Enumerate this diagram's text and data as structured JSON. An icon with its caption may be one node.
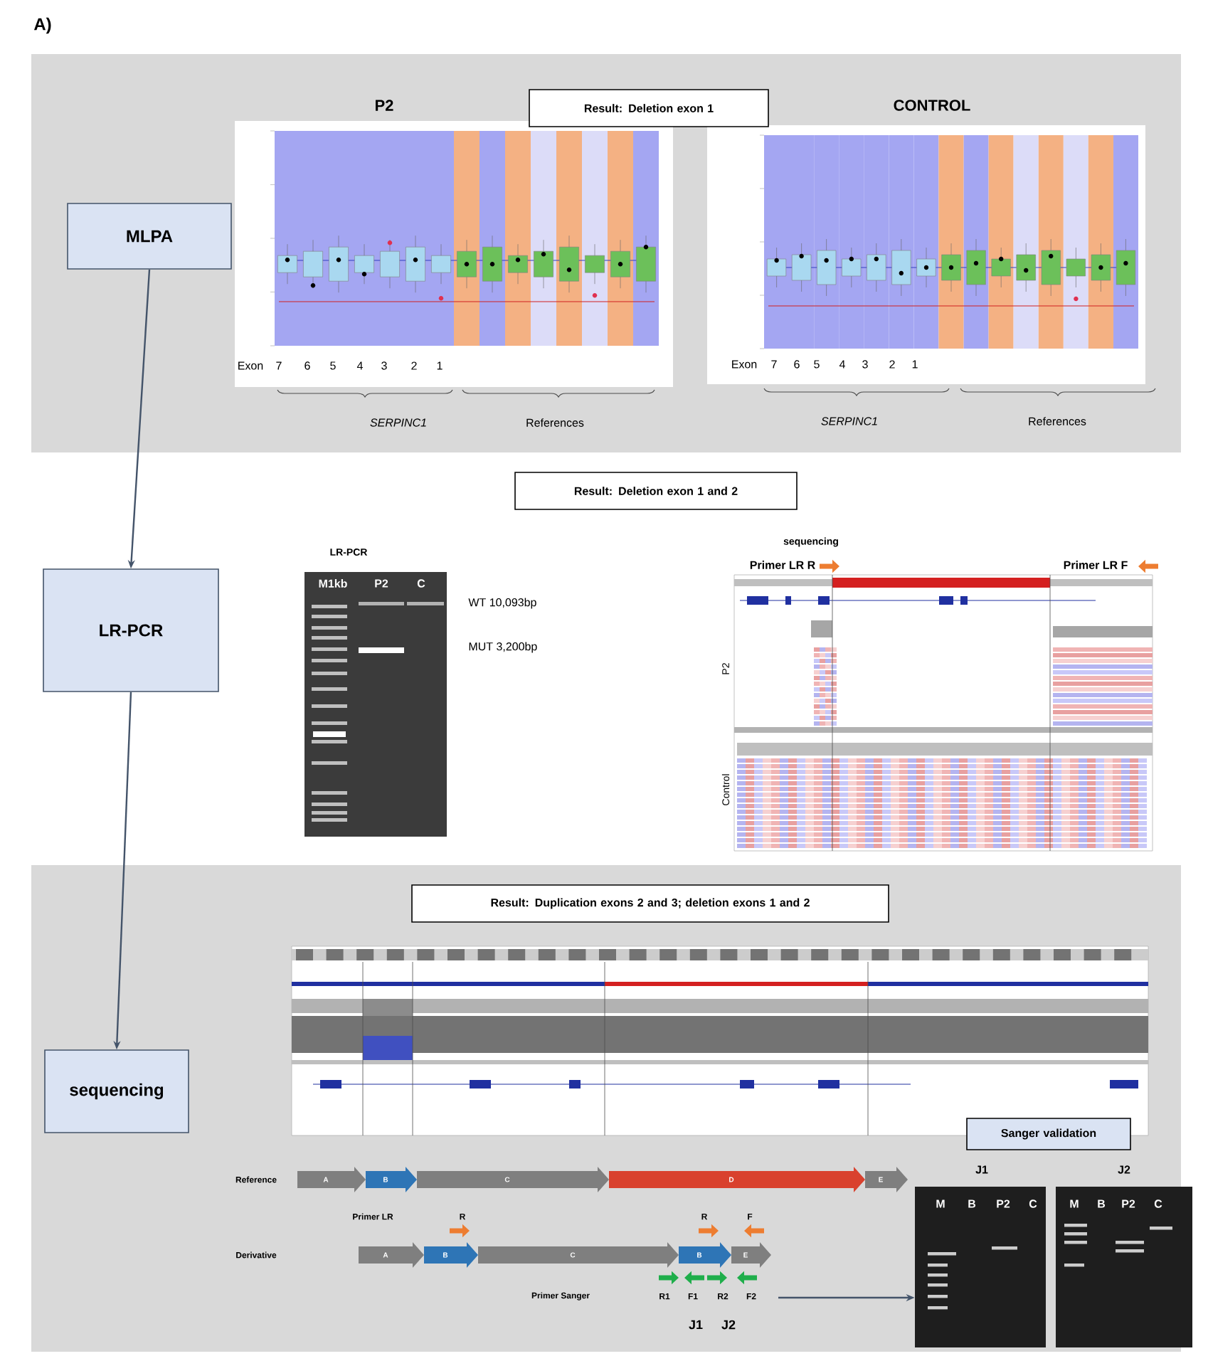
{
  "diagram": {
    "nodes": [
      {
        "text": [
          "Result: Deletion exon 1"
        ]
      },
      {
        "text": [
          "MLPA"
        ]
      },
      {
        "text": [
          "Result: Deletion exon 1 and 2"
        ]
      },
      {
        "text": [
          "LR-PCR"
        ]
      },
      {
        "text": [
          "Result: Duplication exons 2 and 3; deletion exons 1 and 2"
        ]
      },
      {
        "text": [
          "sequencing"
        ]
      },
      {
        "text": [
          "Sanger validation"
        ]
      },
      {
        "text": [
          "A"
        ]
      },
      {
        "text": [
          "B"
        ]
      },
      {
        "text": [
          "C"
        ]
      },
      {
        "text": [
          "D"
        ]
      },
      {
        "text": [
          "E"
        ]
      },
      {
        "text": [
          "A"
        ]
      },
      {
        "text": [
          "B"
        ]
      },
      {
        "text": [
          "C"
        ]
      },
      {
        "text": [
          "B"
        ]
      },
      {
        "text": [
          "E"
        ]
      },
      {
        "text": [],
        "shape": "picture",
        "beside": [
          "J1"
        ]
      },
      {
        "text": [],
        "shape": "picture",
        "beside": [
          "J2"
        ]
      }
    ],
    "edges": [
      {
        "from": 1,
        "to": 3,
        "arrow": "to"
      },
      {
        "from": 3,
        "to": 5,
        "arrow": "to"
      },
      {
        "from": null,
        "to": 17,
        "arrow": "to"
      }
    ],
    "labels": [
      "A)",
      "P2",
      "CONTROL",
      "Exon",
      "7",
      "6",
      "5",
      "4",
      "3",
      "2",
      "1",
      "SERPINC1",
      "References",
      "Exon",
      "7",
      "6",
      "5",
      "4",
      "3",
      "2",
      "1",
      "SERPINC1",
      "References",
      "LR-PCR",
      "M1kb",
      "P2",
      "C",
      "WT 10,093bp",
      "MUT 3,200bp",
      "sequencing",
      "Primer LR R",
      "Primer LR F",
      "P2",
      "Control",
      "Reference",
      "Primer LR",
      "R",
      "R",
      "F",
      "Derivative",
      "Primer Sanger",
      "R1",
      "F1",
      "R2",
      "F2",
      "J1",
      "J2",
      "M",
      "B",
      "P2",
      "C",
      "M",
      "B",
      "P2",
      "C"
    ]
  }
}
